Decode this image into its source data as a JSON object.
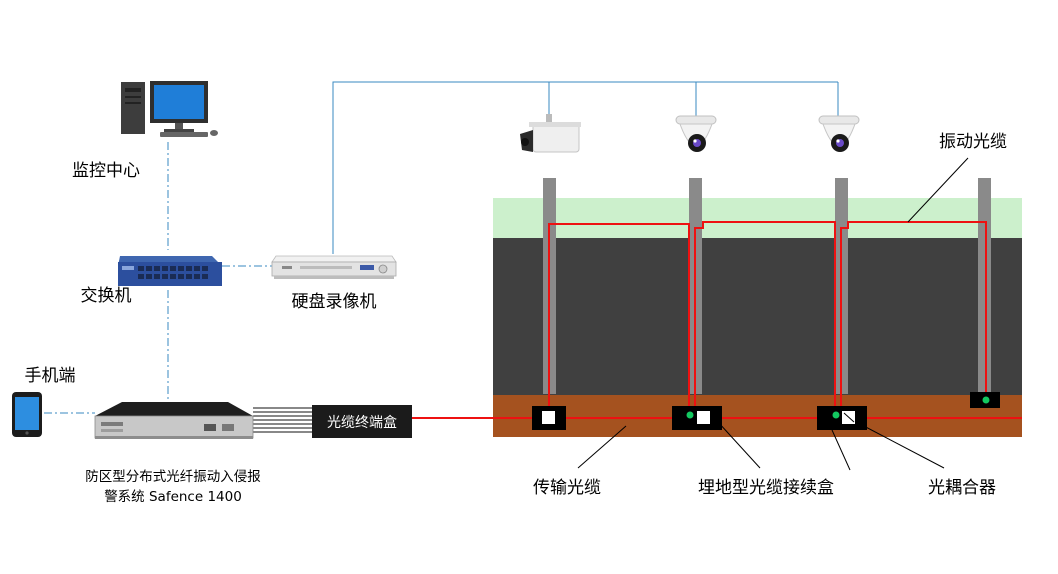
{
  "labels": {
    "monitor_center": "监控中心",
    "switch": "交换机",
    "dvr": "硬盘录像机",
    "mobile": "手机端",
    "system_line1": "防区型分布式光纤振动入侵报",
    "system_line2": "警系统 Safence 1400",
    "terminal_box": "光缆终端盒",
    "vibration_cable": "振动光缆",
    "transmission_cable": "传输光缆",
    "splice_box": "埋地型光缆接续盒",
    "coupler": "光耦合器"
  },
  "colors": {
    "grass": "#ccf0cc",
    "soil_dark": "#404040",
    "soil_brown": "#a5521f",
    "fiber_red": "#ee1111",
    "network_line": "#3a8ac0",
    "pole": "#8a8a8a",
    "box": "#000000",
    "dot": "#13c860"
  },
  "icons": {
    "monitor_center": "computer-icon",
    "switch": "network-switch-icon",
    "dvr": "dvr-icon",
    "mobile": "smartphone-icon",
    "system": "rack-device-icon",
    "bullet_camera": "bullet-camera-icon",
    "dome_camera": "dome-camera-icon"
  }
}
